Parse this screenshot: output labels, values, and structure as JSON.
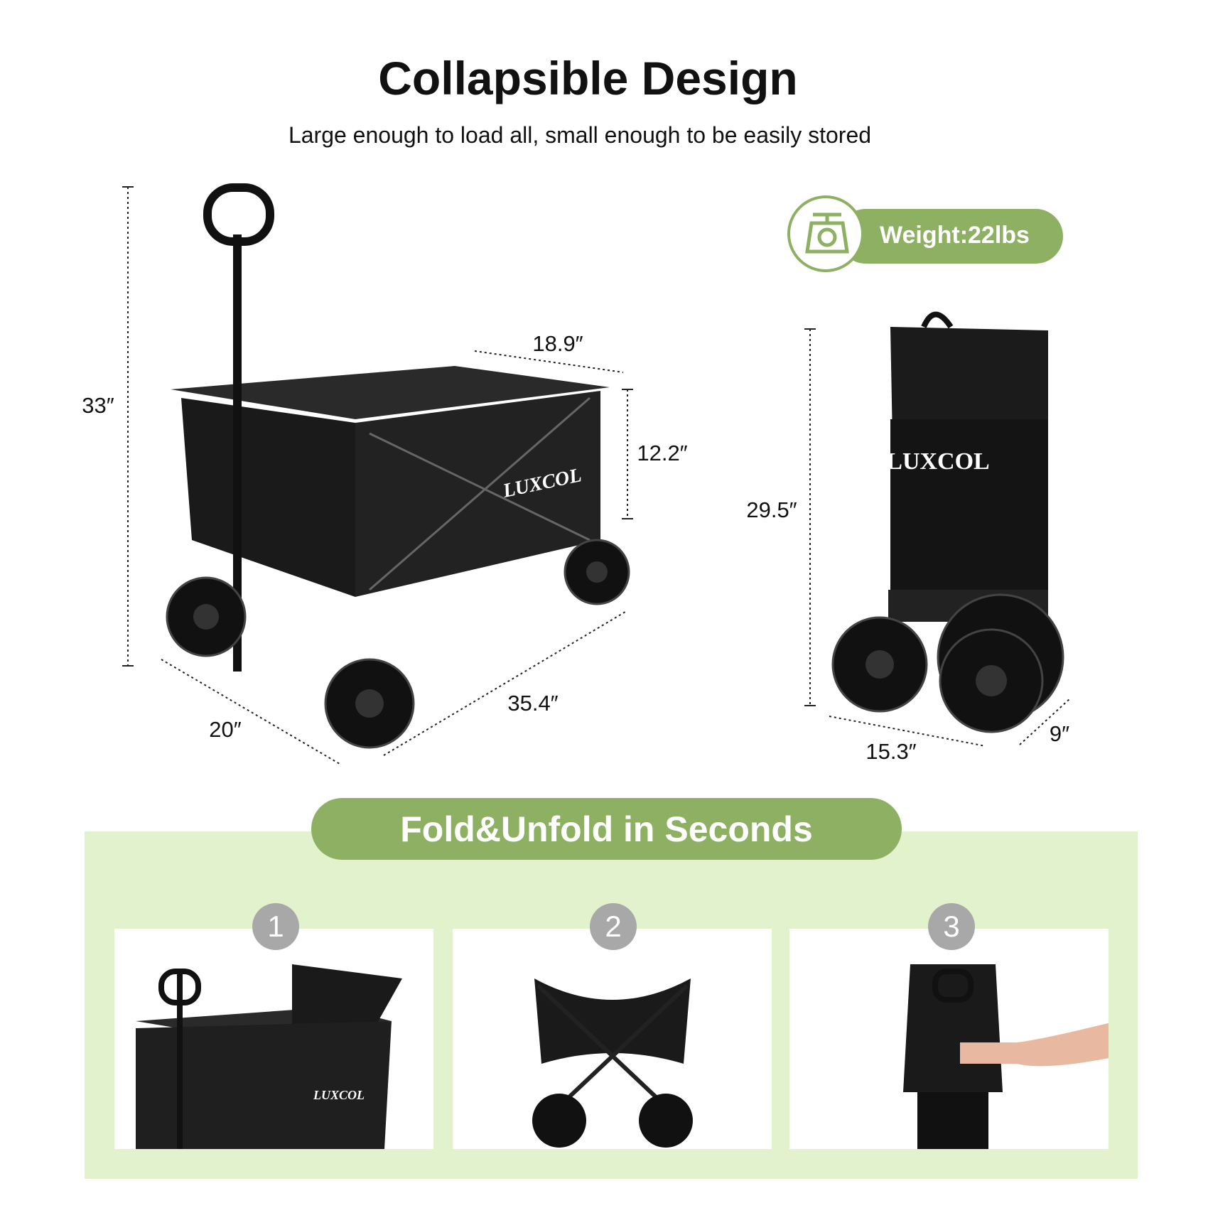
{
  "header": {
    "title": "Collapsible Design",
    "subtitle": "Large enough to load all,  small enough to be easily stored"
  },
  "dimensions": {
    "height_open": "33″",
    "width_top": "18.9″",
    "depth": "12.2″",
    "length": "35.4″",
    "width": "20″",
    "height_folded": "29.5″",
    "folded_width": "15.3″",
    "folded_depth": "9″"
  },
  "weight_badge": {
    "icon": "scale-icon",
    "label": "Weight:22lbs"
  },
  "brand": "LUXCOL",
  "fold_section": {
    "title": "Fold&Unfold in Seconds",
    "steps": [
      {
        "number": "1"
      },
      {
        "number": "2"
      },
      {
        "number": "3"
      }
    ]
  },
  "colors": {
    "accent": "#8db063",
    "panel": "#e2f2cc",
    "step_number": "#a8a8a8"
  }
}
